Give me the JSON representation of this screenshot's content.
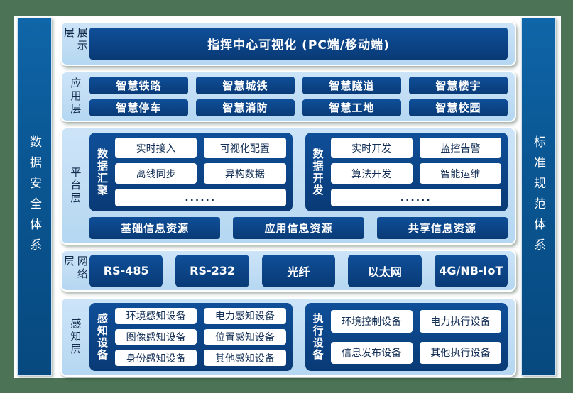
{
  "colors": {
    "background_green": "#4c7355",
    "card_white": "#ffffff",
    "panel_light_blue": "#bcd9f3",
    "navy_box": "#0b4285",
    "sidebar_blue": "#0a5793",
    "dark_text": "#122c4e"
  },
  "left_sidebar": {
    "label": "数据安全体系"
  },
  "right_sidebar": {
    "label": "标准规范体系"
  },
  "layers": {
    "display": {
      "label": "展示层",
      "box": "指挥中心可视化 (PC端/移动端)"
    },
    "application": {
      "label": "应用层",
      "buttons": [
        [
          "智慧铁路",
          "智慧城铁",
          "智慧隧道",
          "智慧楼宇"
        ],
        [
          "智慧停车",
          "智慧消防",
          "智慧工地",
          "智慧校园"
        ]
      ]
    },
    "platform": {
      "label": "平台层",
      "aggregation": {
        "label": "数据汇聚",
        "buttons": [
          [
            "实时接入",
            "可视化配置"
          ],
          [
            "离线同步",
            "异构数据"
          ]
        ],
        "more": "......"
      },
      "development": {
        "label": "数据开发",
        "buttons": [
          [
            "实时开发",
            "监控告警"
          ],
          [
            "算法开发",
            "智能运维"
          ]
        ],
        "more": "......"
      },
      "resources": [
        "基础信息资源",
        "应用信息资源",
        "共享信息资源"
      ]
    },
    "network": {
      "label": "网络层",
      "buttons": [
        "RS-485",
        "RS-232",
        "光纤",
        "以太网",
        "4G/NB-IoT"
      ]
    },
    "perception": {
      "label": "感知层",
      "sensing": {
        "label": "感知设备",
        "buttons": [
          [
            "环境感知设备",
            "电力感知设备"
          ],
          [
            "图像感知设备",
            "位置感知设备"
          ],
          [
            "身份感知设备",
            "其他感知设备"
          ]
        ]
      },
      "execution": {
        "label": "执行设备",
        "buttons": [
          [
            "环境控制设备",
            "电力执行设备"
          ],
          [
            "信息发布设备",
            "其他执行设备"
          ]
        ]
      }
    }
  }
}
